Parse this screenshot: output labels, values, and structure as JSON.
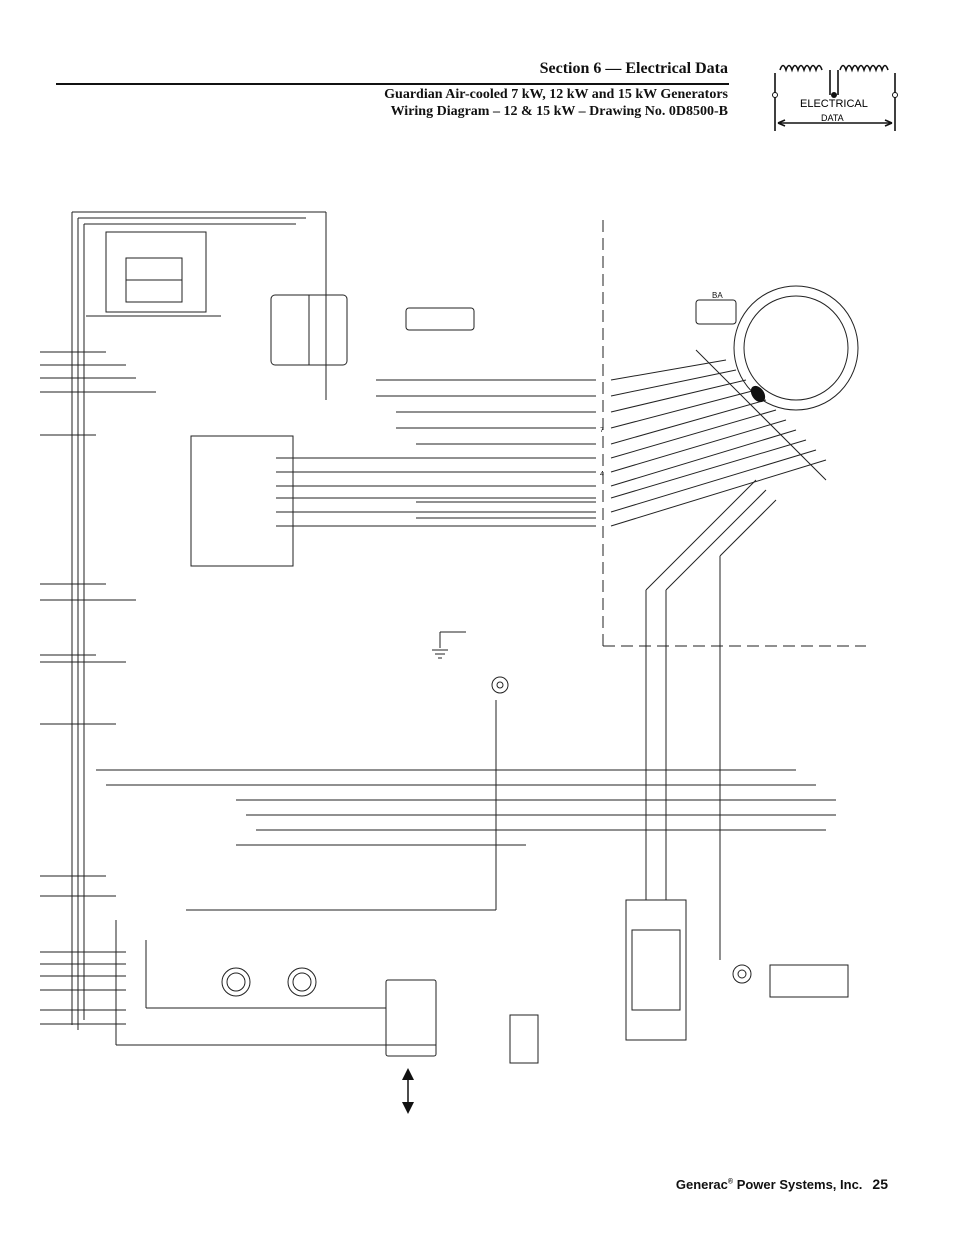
{
  "header": {
    "section_title": "Section 6 — Electrical Data",
    "subtitle_line1": "Guardian Air-cooled 7 kW, 12 kW and 15 kW Generators",
    "subtitle_line2": "Wiring Diagram – 12 & 15 kW – Drawing No. 0D8500-B"
  },
  "logo": {
    "line1": "ELECTRICAL",
    "line2": "DATA"
  },
  "diagram": {
    "stator_label": "BA",
    "terminal_7": "7",
    "terminal_4": "4"
  },
  "footer": {
    "company": "Generac",
    "reg_mark": "®",
    "company_rest": " Power Systems, Inc.",
    "page_number": "25"
  }
}
